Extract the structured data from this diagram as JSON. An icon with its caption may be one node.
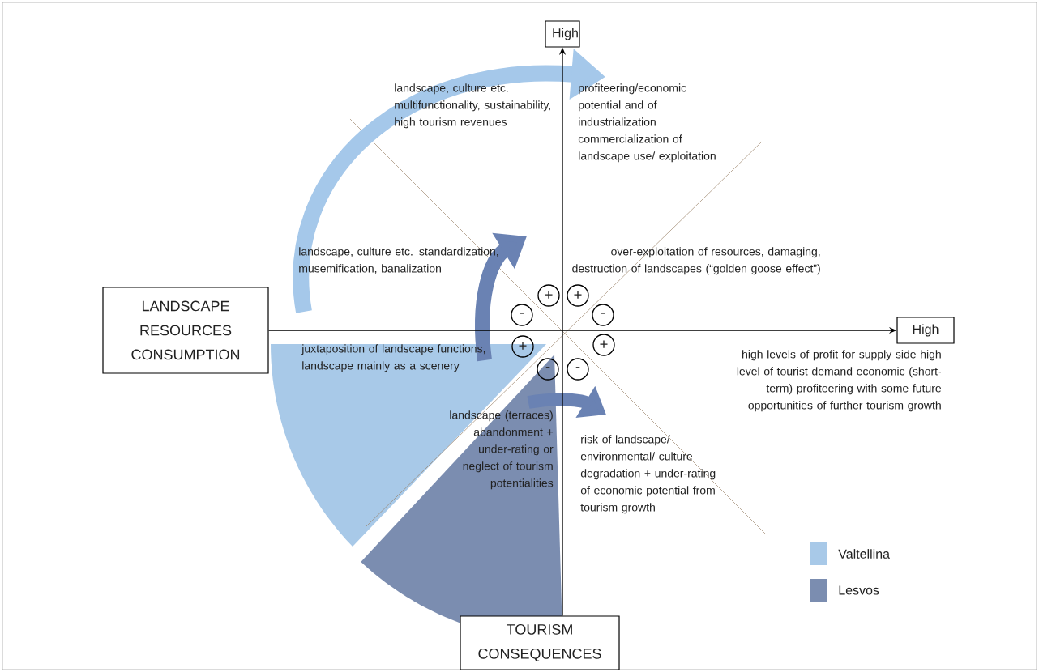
{
  "diagram": {
    "nodes": [
      {
        "text": [
          "High"
        ]
      },
      {
        "text": [
          "LANDSCAPE RESOURCES CONSUMPTION"
        ]
      },
      {
        "text": [
          "+"
        ]
      },
      {
        "text": [
          "+"
        ]
      },
      {
        "text": [
          "-"
        ]
      },
      {
        "text": [
          "-"
        ]
      },
      {
        "text": [
          "High"
        ]
      },
      {
        "text": [
          "+"
        ]
      },
      {
        "text": [
          "+"
        ]
      },
      {
        "text": [
          "-"
        ]
      },
      {
        "text": [
          "-"
        ]
      },
      {
        "text": [
          "TOURISM CONSEQUENCES"
        ]
      }
    ],
    "edges": [
      {
        "from": 1,
        "to": 6,
        "arrow": "to"
      },
      {
        "from": 11,
        "to": 0,
        "arrow": "to"
      }
    ],
    "labels": [
      "landscape, culture etc. multifunctionality, sustainability, high tourism revenues",
      "profiteering/economic potential and of industrialization commercialization of landscape use/ exploitation",
      "landscape, culture etc. standardization, musemification, banalization",
      "over-exploitation of resources, damaging, destruction of landscapes (“golden goose effect”)",
      "juxtaposition of landscape functions, landscape mainly as a scenery",
      "high levels of profit for supply side high level of tourist demand economic (short-term) profiteering with some future opportunities of further tourism growth",
      "landscape (terraces) abandonment + under-rating or neglect of tourism potentialities",
      "risk of landscape/ environmental/ culture degradation + under-rating of economic potential from tourism growth"
    ],
    "legend": [
      {
        "text": "Valtellina",
        "color": "#a8c9e8"
      },
      {
        "text": "Lesvos",
        "color": "#7b8db0"
      }
    ]
  }
}
